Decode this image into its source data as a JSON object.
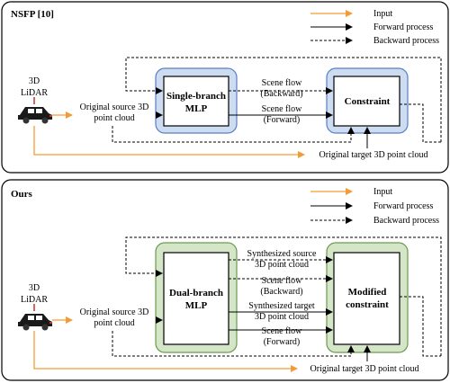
{
  "colors": {
    "input_arrow": "#f39c35",
    "blue_fill": "#cddcf0",
    "blue_stroke": "#5b7fbf",
    "green_fill": "#d4e6c7",
    "green_stroke": "#6b9a50"
  },
  "icons": {
    "car": "car-icon"
  },
  "legend": {
    "input": "Input",
    "forward": "Forward process",
    "backward": "Backward process"
  },
  "top": {
    "title": "NSFP [10]",
    "lidar_line1": "3D",
    "lidar_line2": "LiDAR",
    "source_line1": "Original source 3D",
    "source_line2": "point cloud",
    "mlp_line1": "Single-branch",
    "mlp_line2": "MLP",
    "flow_back_line1": "Scene flow",
    "flow_back_line2": "(Backward)",
    "flow_fwd_line1": "Scene flow",
    "flow_fwd_line2": "(Forward)",
    "constraint": "Constraint",
    "target": "Original target 3D point cloud"
  },
  "bottom": {
    "title": "Ours",
    "lidar_line1": "3D",
    "lidar_line2": "LiDAR",
    "source_line1": "Original source 3D",
    "source_line2": "point cloud",
    "mlp_line1": "Dual-branch",
    "mlp_line2": "MLP",
    "synth_src_line1": "Synthesized source",
    "synth_src_line2": "3D point cloud",
    "flow_back_line1": "Scene flow",
    "flow_back_line2": "(Backward)",
    "synth_tgt_line1": "Synthesized target",
    "synth_tgt_line2": "3D point cloud",
    "flow_fwd_line1": "Scene flow",
    "flow_fwd_line2": "(Forward)",
    "constraint_line1": "Modified",
    "constraint_line2": "constraint",
    "target": "Original target 3D point cloud"
  }
}
